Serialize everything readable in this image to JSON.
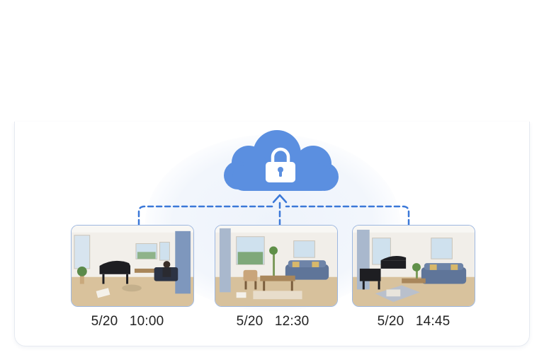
{
  "cloud": {
    "icon": "lock-cloud-icon",
    "color": "#5b8fe0"
  },
  "connector": {
    "color": "#3b78d8",
    "style": "dashed"
  },
  "snapshots": [
    {
      "date": "5/20",
      "time": "10:00",
      "label": "5/20   10:00",
      "scene": "living room with grand piano and person seated in armchair"
    },
    {
      "date": "5/20",
      "time": "12:30",
      "label": "5/20   12:30",
      "scene": "living room with sofa, armchair and coffee table"
    },
    {
      "date": "5/20",
      "time": "14:45",
      "label": "5/20   14:45",
      "scene": "living room with grand piano, sofa and rug"
    }
  ]
}
